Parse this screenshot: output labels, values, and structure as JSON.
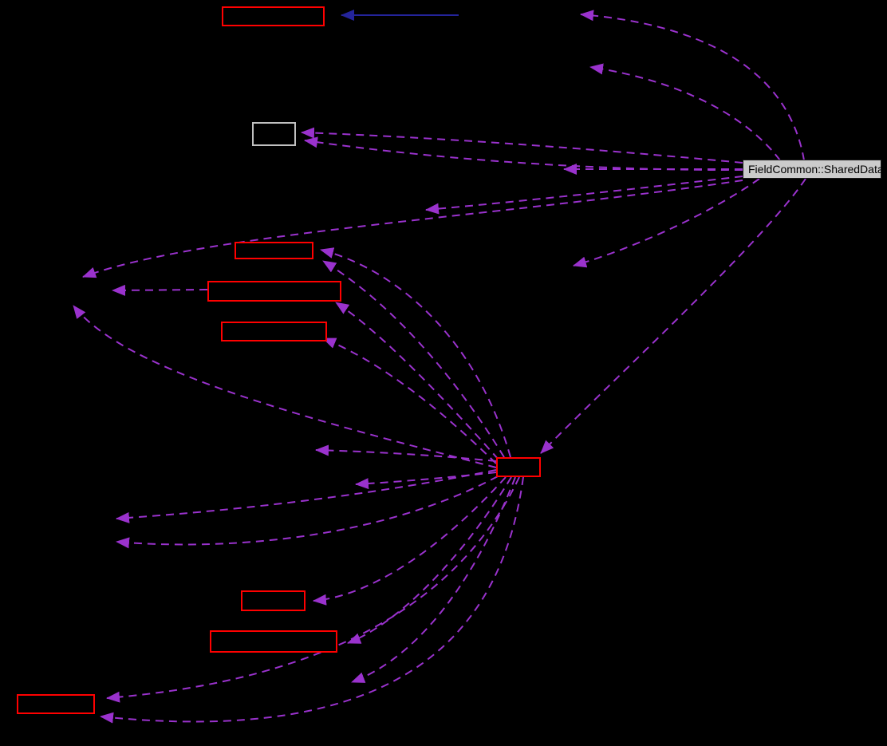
{
  "diagram": {
    "type": "doxygen-collaboration-graph",
    "background_color": "#000000",
    "colors": {
      "red_node_border": "#ff0000",
      "gray_node_border": "#c0c0c0",
      "focus_node_fill": "#cbcbcb",
      "focus_node_text": "#000000",
      "usage_edge_dashed": "#9a32cd",
      "inheritance_edge_solid": "#24249b"
    },
    "focus_node": {
      "label": "FieldCommon::SharedData"
    },
    "unlabeled_red_node_count": 8,
    "unlabeled_gray_node_count": 1,
    "edge_styles": {
      "dashed_purple": "usage-edge",
      "solid_blue": "inheritance-edge"
    },
    "dashed_edge_count": 24,
    "solid_edge_count": 1
  }
}
